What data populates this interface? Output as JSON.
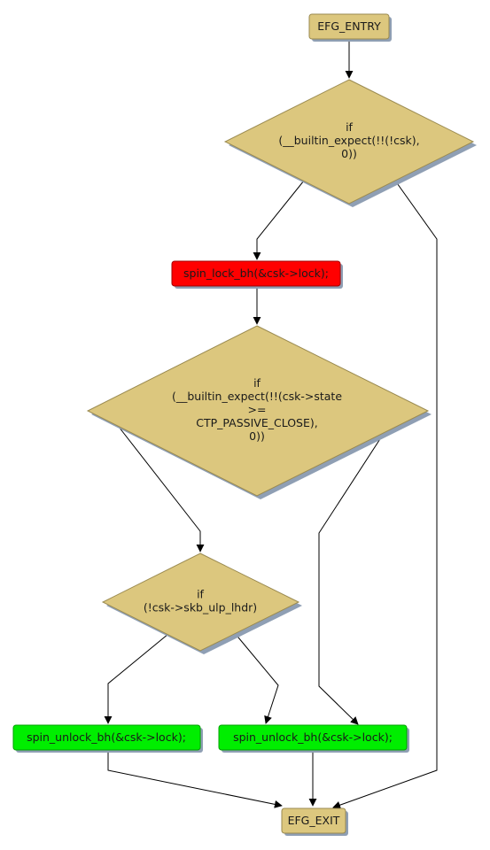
{
  "nodes": {
    "entry": {
      "lines": [
        "EFG_ENTRY"
      ],
      "color": "#dcc77e"
    },
    "cond1": {
      "lines": [
        "if",
        "(__builtin_expect(!!(!csk),",
        "0))"
      ],
      "color": "#dcc77e"
    },
    "lock": {
      "lines": [
        "spin_lock_bh(&csk->lock);"
      ],
      "color": "#ff0000"
    },
    "cond2": {
      "lines": [
        "if",
        "(__builtin_expect(!!(csk->state",
        ">=",
        "CTP_PASSIVE_CLOSE),",
        "0))"
      ],
      "color": "#dcc77e"
    },
    "cond3": {
      "lines": [
        "if",
        "(!csk->skb_ulp_lhdr)"
      ],
      "color": "#dcc77e"
    },
    "unlock_left": {
      "lines": [
        "spin_unlock_bh(&csk->lock);"
      ],
      "color": "#00ee00"
    },
    "unlock_right": {
      "lines": [
        "spin_unlock_bh(&csk->lock);"
      ],
      "color": "#00ee00"
    },
    "exit": {
      "lines": [
        "EFG_EXIT"
      ],
      "color": "#dcc77e"
    }
  },
  "colors": {
    "shadow": "#8f9fb4",
    "edge": "#000000",
    "node_stroke": "#9a8a50"
  }
}
